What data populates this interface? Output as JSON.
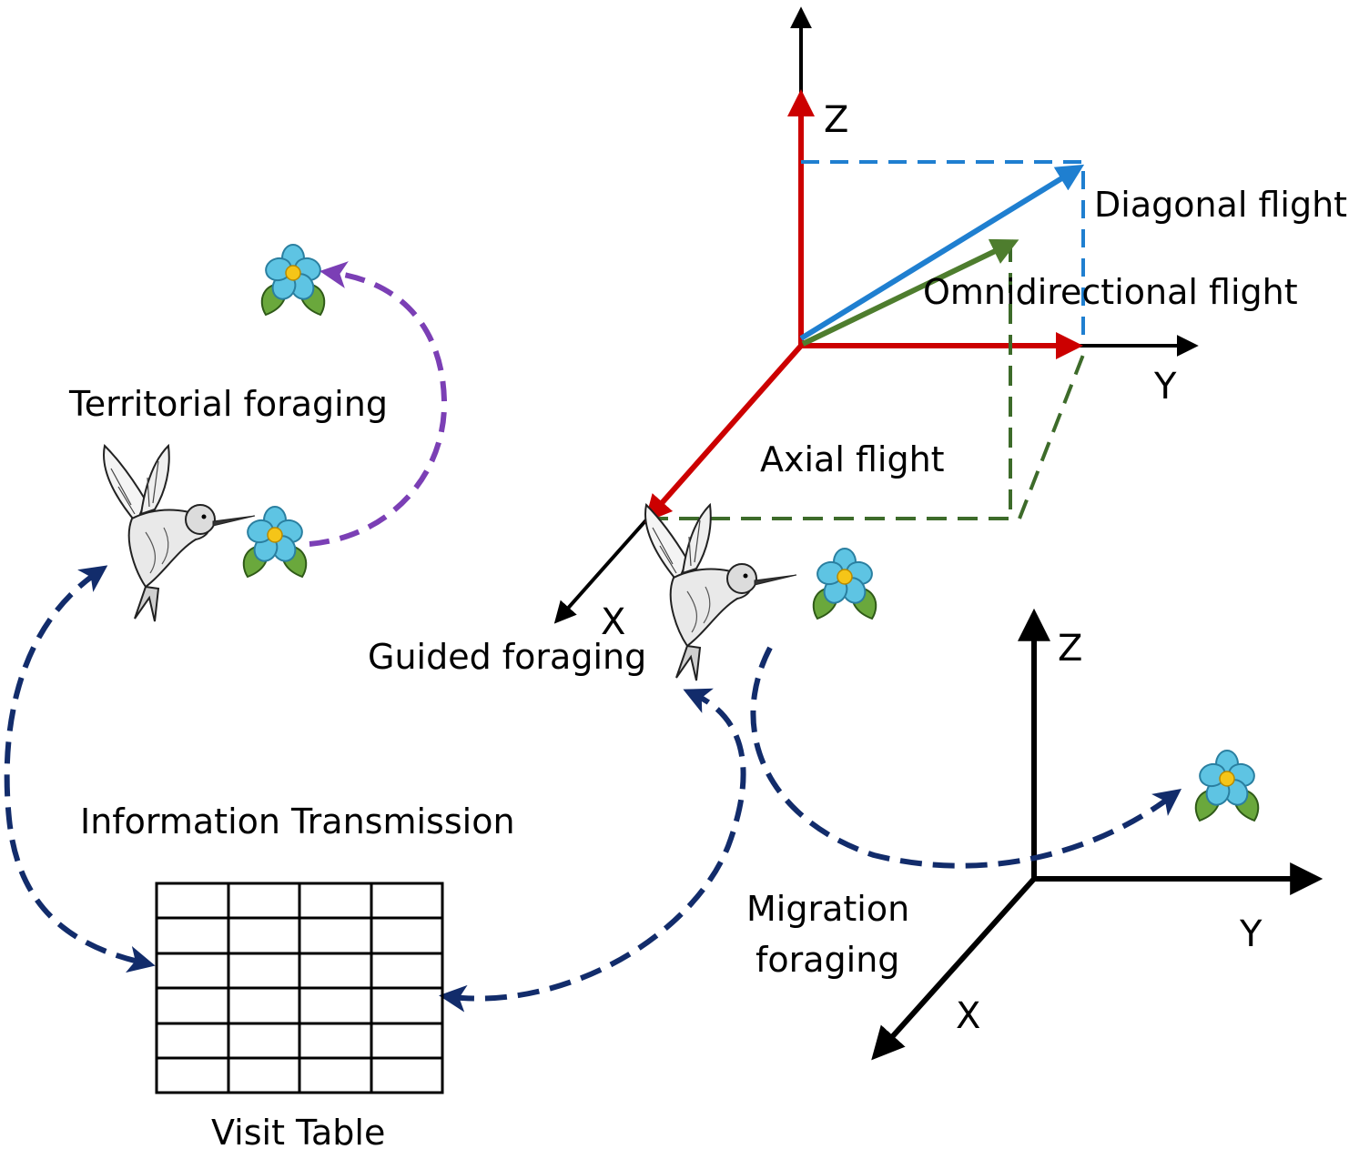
{
  "labels": {
    "territorial_foraging": "Territorial foraging",
    "guided_foraging": "Guided foraging",
    "information_transmission": "Information Transmission",
    "visit_table": "Visit Table",
    "migration_foraging_line1": "Migration",
    "migration_foraging_line2": "foraging",
    "axial_flight": "Axial flight",
    "diagonal_flight": "Diagonal flight",
    "omnidirectional_flight": "Omnidirectional flight"
  },
  "axes_top": {
    "z": "Z",
    "y": "Y",
    "x": "X"
  },
  "axes_bottom": {
    "z": "Z",
    "y": "Y",
    "x": "X"
  },
  "visit_table": {
    "rows": 6,
    "cols": 4
  },
  "colors": {
    "axial": "#cc0000",
    "diagonal": "#1f7fd0",
    "omnidirectional": "#4e7d2e",
    "omni_dashed": "#3d6b2a",
    "territorial_arc": "#7b3fb5",
    "transmission_arc": "#122c6b",
    "axis": "#000000",
    "flower_petal": "#5ec4e3",
    "flower_center": "#f5c518",
    "leaf": "#6aa83c"
  },
  "icons": [
    "hummingbird-icon",
    "flower-icon"
  ]
}
